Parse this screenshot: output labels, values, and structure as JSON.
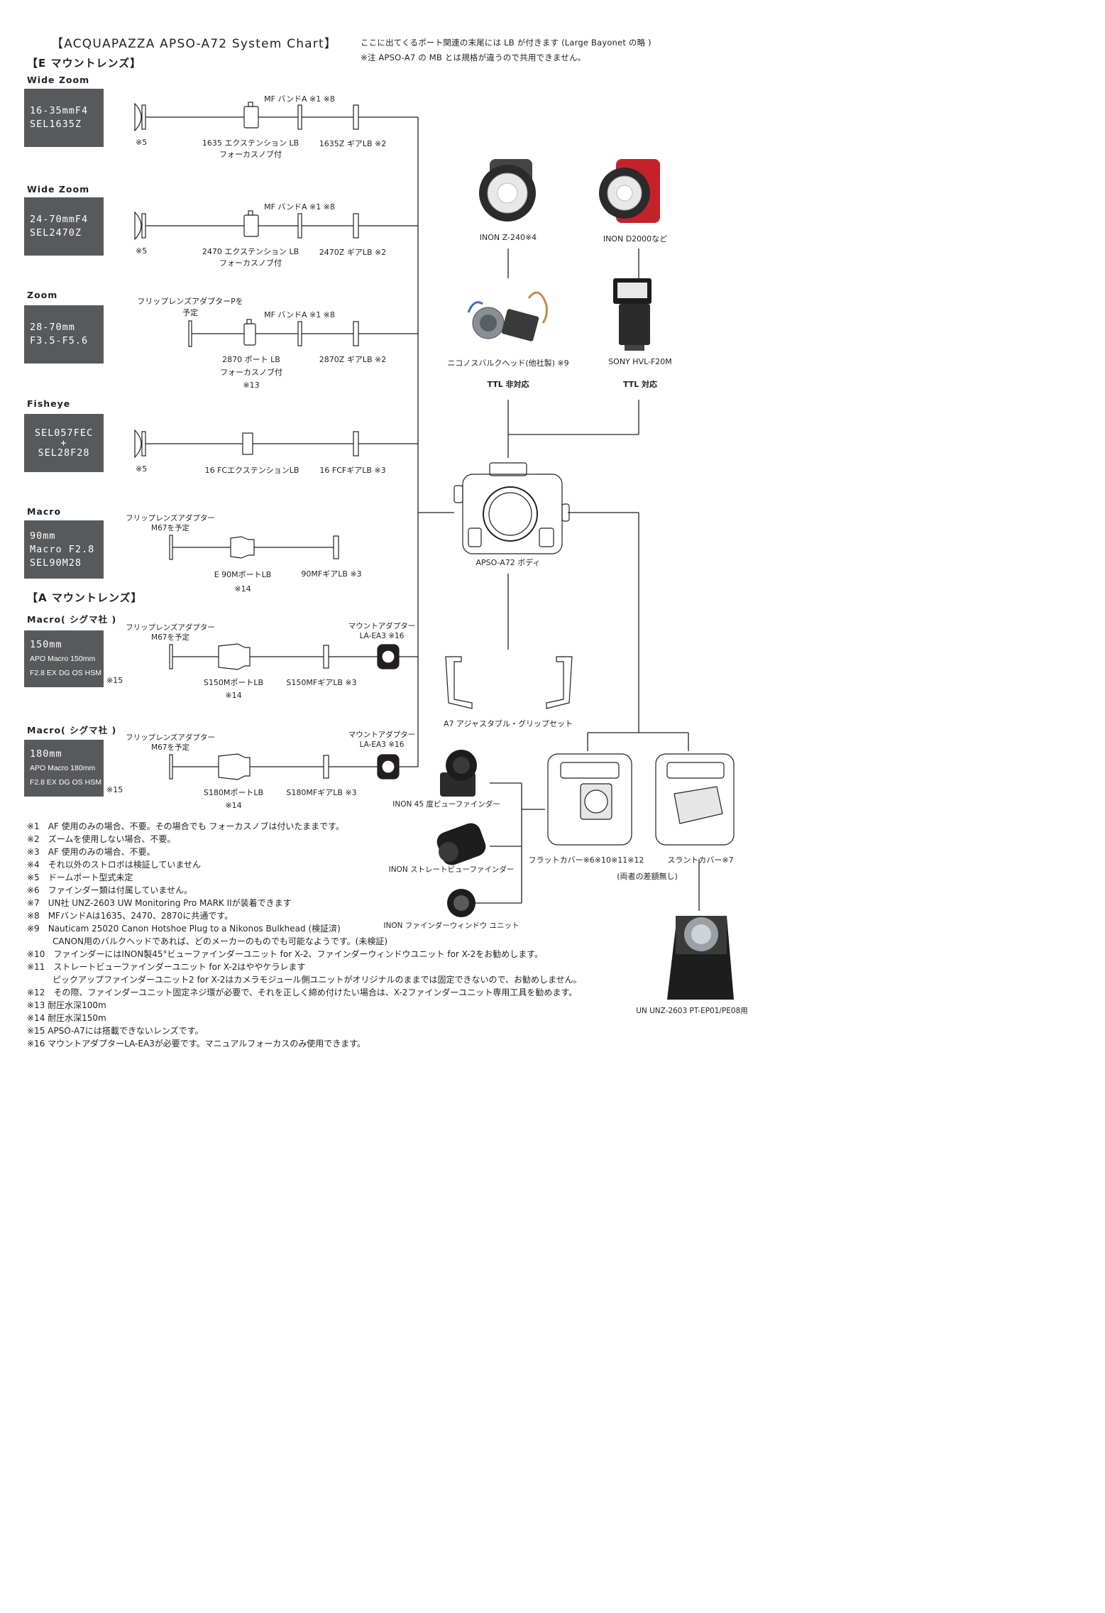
{
  "header": {
    "title": "【ACQUAPAZZA APSO-A72 System Chart】",
    "note_lb": "ここに出てくるポート関連の末尾には LB が付きます (Large Bayonet の略 )",
    "note_mb": "※注 APSO-A7 の MB とは規格が違うので共用できません。"
  },
  "sections": {
    "e_mount": "【E マウントレンズ】",
    "a_mount": "【A マウントレンズ】"
  },
  "lenses": [
    {
      "category": "Wide Zoom",
      "box": [
        "16-35mmF4",
        "SEL1635Z"
      ],
      "front_note": "※5",
      "top_label": "MF バンドA ※1 ※8",
      "ext_label": [
        "1635 エクステンション LB",
        "フォーカスノブ付"
      ],
      "gear_label": "1635Z ギアLB ※2"
    },
    {
      "category": "Wide Zoom",
      "box": [
        "24-70mmF4",
        "SEL2470Z"
      ],
      "front_note": "※5",
      "top_label": "MF バンドA ※1 ※8",
      "ext_label": [
        "2470 エクステンション LB",
        "フォーカスノブ付"
      ],
      "gear_label": "2470Z ギアLB ※2"
    },
    {
      "category": "Zoom",
      "box": [
        "28-70mm",
        "F3.5-F5.6"
      ],
      "front_note": "",
      "flip_label": [
        "フリップレンズアダプターPを",
        "予定"
      ],
      "top_label": "MF バンドA ※1 ※8",
      "ext_label": [
        "2870 ポート LB",
        "フォーカスノブ付",
        "※13"
      ],
      "gear_label": "2870Z ギアLB ※2"
    },
    {
      "category": "Fisheye",
      "box": [
        "SEL057FEC",
        "+",
        "SEL28F28"
      ],
      "front_note": "※5",
      "ext_label": [
        "16 FCエクステンションLB"
      ],
      "gear_label": "16 FCFギアLB ※3"
    },
    {
      "category": "Macro",
      "box": [
        "90mm",
        "Macro F2.8",
        "SEL90M28"
      ],
      "flip_label": [
        "フリップレンズアダプター",
        "M67を予定"
      ],
      "ext_label": [
        "E 90MポートLB",
        "※14"
      ],
      "gear_label": "90MFギアLB ※3"
    },
    {
      "category": "Macro( シグマ社 )",
      "box": [
        "150mm",
        "APO Macro 150mm",
        "F2.8 EX DG OS HSM"
      ],
      "box_note": "※15",
      "flip_label": [
        "フリップレンズアダプター",
        "M67を予定"
      ],
      "ext_label": [
        "S150MポートLB",
        "※14"
      ],
      "gear_label": "S150MFギアLB ※3",
      "adapter_label": [
        "マウントアダプター",
        "LA-EA3 ※16"
      ]
    },
    {
      "category": "Macro( シグマ社 )",
      "box": [
        "180mm",
        "APO Macro 180mm",
        "F2.8 EX DG OS HSM"
      ],
      "box_note": "※15",
      "flip_label": [
        "フリップレンズアダプター",
        "M67を予定"
      ],
      "ext_label": [
        "S180MポートLB",
        "※14"
      ],
      "gear_label": "S180MFギアLB ※3",
      "adapter_label": [
        "マウントアダプター",
        "LA-EA3 ※16"
      ]
    }
  ],
  "accessories": {
    "strobe1": "INON Z-240※4",
    "strobe2": "INON D2000など",
    "bulkhead": "ニコノスバルクヘッド(他社製) ※9",
    "ttl_no": "TTL 非対応",
    "sony_flash": "SONY HVL-F20M",
    "ttl_yes": "TTL 対応",
    "body": "APSO-A72 ボディ",
    "grip": "A7 アジャスタブル・グリップセット",
    "vf45": "INON 45 度ビューファインダー",
    "vf_straight": "INON ストレートビューファインダー",
    "vf_window": "INON ファインダーウィンドウ ユニット",
    "flat_cover": "フラットカバー※6※10※11※12",
    "slant_cover": "スラントカバー※7",
    "cover_note": "(両者の差額無し)",
    "monitor_hood": "UN UNZ-2603 PT-EP01/PE08用"
  },
  "footnotes": [
    "※1　AF 使用のみの場合、不要。その場合でも フォーカスノブは付いたままです。",
    "※2　ズームを使用しない場合、不要。",
    "※3　AF 使用のみの場合、不要。",
    "※4　それ以外のストロボは検証していません",
    "※5　ドームポート型式未定",
    "※6　ファインダー類は付属していません。",
    "※7　UN社 UNZ-2603 UW Monitoring Pro MARK IIが装着できます",
    "※8　MFバンドAは1635、2470、2870に共通です。",
    "※9　Nauticam 25020 Canon Hotshoe Plug to a Nikonos Bulkhead (検証済)",
    "　　　CANON用のバルクヘッドであれば、どのメーカーのものでも可能なようです。(未検証)",
    "※10　ファインダーにはINON製45°ビューファインダーユニット for X-2、ファインダーウィンドウユニット for X-2をお勧めします。",
    "※11　ストレートビューファインダーユニット for X-2はややケラレます",
    "　　　ピックアップファインダーユニット2 for X-2はカメラモジュール側ユニットがオリジナルのままでは固定できないので、お勧めしません。",
    "※12　その際、ファインダーユニット固定ネジ環が必要で、それを正しく締め付けたい場合は、X-2ファインダーユニット専用工具を勧めます。",
    "※13 耐圧水深100m",
    "※14 耐圧水深150m",
    "※15 APSO-A7には搭載できないレンズです。",
    "※16 マウントアダプターLA-EA3が必要です。マニュアルフォーカスのみ使用できます。"
  ]
}
